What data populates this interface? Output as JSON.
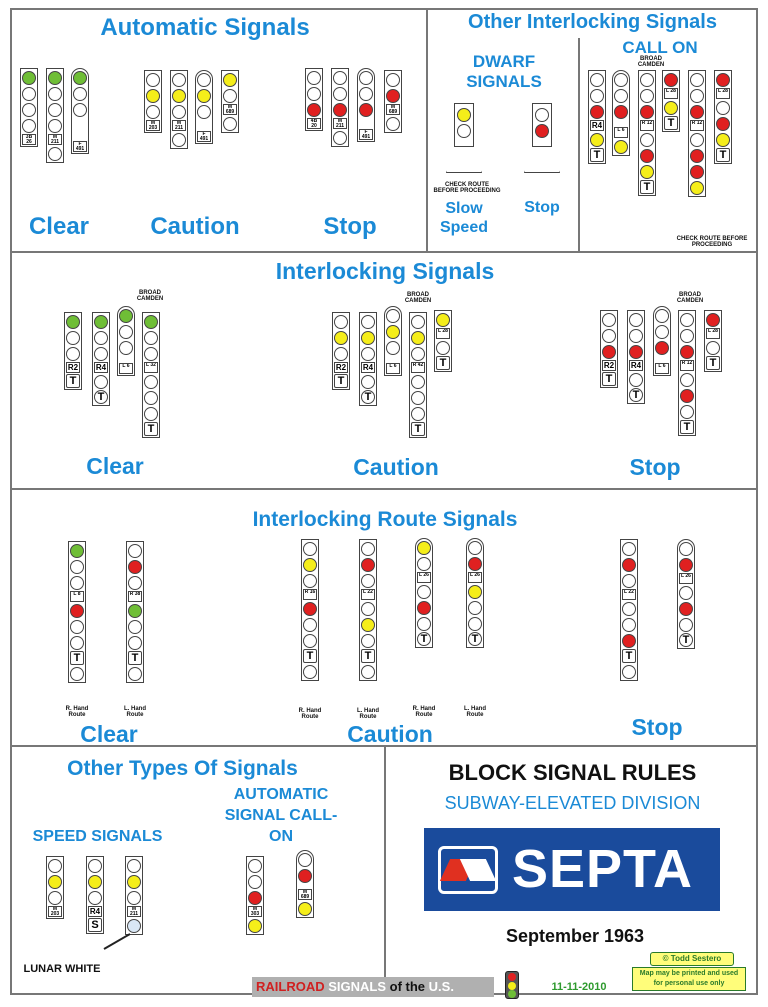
{
  "sections": {
    "automatic": {
      "title": "Automatic Signals",
      "clear": "Clear",
      "caution": "Caution",
      "stop": "Stop"
    },
    "other_interlocking": {
      "title": "Other Interlocking Signals",
      "dwarf": "DWARF SIGNALS",
      "call_on": "CALL ON",
      "slow_speed": "Slow Speed",
      "stop": "Stop",
      "check_route": "CHECK ROUTE BEFORE PROCEEDING",
      "broad_camden": "BROAD CAMDEN"
    },
    "interlocking": {
      "title": "Interlocking Signals",
      "clear": "Clear",
      "caution": "Caution",
      "stop": "Stop",
      "broad_camden": "BROAD CAMDEN"
    },
    "route": {
      "title": "Interlocking Route Signals",
      "clear": "Clear",
      "caution": "Caution",
      "stop": "Stop",
      "r_hand": "R. Hand Route",
      "l_hand": "L. Hand Route"
    },
    "other_types": {
      "title": "Other Types Of Signals",
      "speed": "SPEED SIGNALS",
      "auto_call_on": "AUTOMATIC SIGNAL CALL-ON",
      "lunar": "LUNAR WHITE"
    }
  },
  "rules": {
    "title": "BLOCK SIGNAL RULES",
    "division": "SUBWAY-ELEVATED DIVISION",
    "brand": "SEPTA",
    "date": "September 1963"
  },
  "footer": {
    "railroad": "RAILROAD",
    "signals": "SIGNALS",
    "of_the": "of the",
    "us": "U.S.",
    "date": "11-11-2010",
    "author": "© Todd Sestero",
    "note": "Map may be printed and used for personal use only"
  },
  "colors": {
    "title_blue": "#1b8ad6",
    "green": "#6fbe36",
    "yellow": "#f5ee1a",
    "red": "#e02020",
    "septa_blue": "#1a4b9c"
  },
  "plates": {
    "p1": "3B 26",
    "p2": "M 211",
    "p3": "F 491",
    "p4": "M 203",
    "p5": "M 211",
    "p6": "F 491",
    "p7": "M 689",
    "p8": "4B 20",
    "p9": "M 211",
    "p10": "F 491",
    "p11": "M 689",
    "r4": "R4",
    "r2": "R2",
    "t": "T",
    "s": "S",
    "l6": "L 6",
    "r12": "R 12",
    "l28": "L 28",
    "l32": "L 32",
    "r42": "R 42",
    "l8": "L 8",
    "r38": "R 38",
    "r16": "R 16",
    "l22": "L 22",
    "l26": "L 26",
    "l22b": "L 22",
    "m203": "M 203",
    "m211": "M 211",
    "m303": "M 303",
    "m689": "M 689"
  }
}
